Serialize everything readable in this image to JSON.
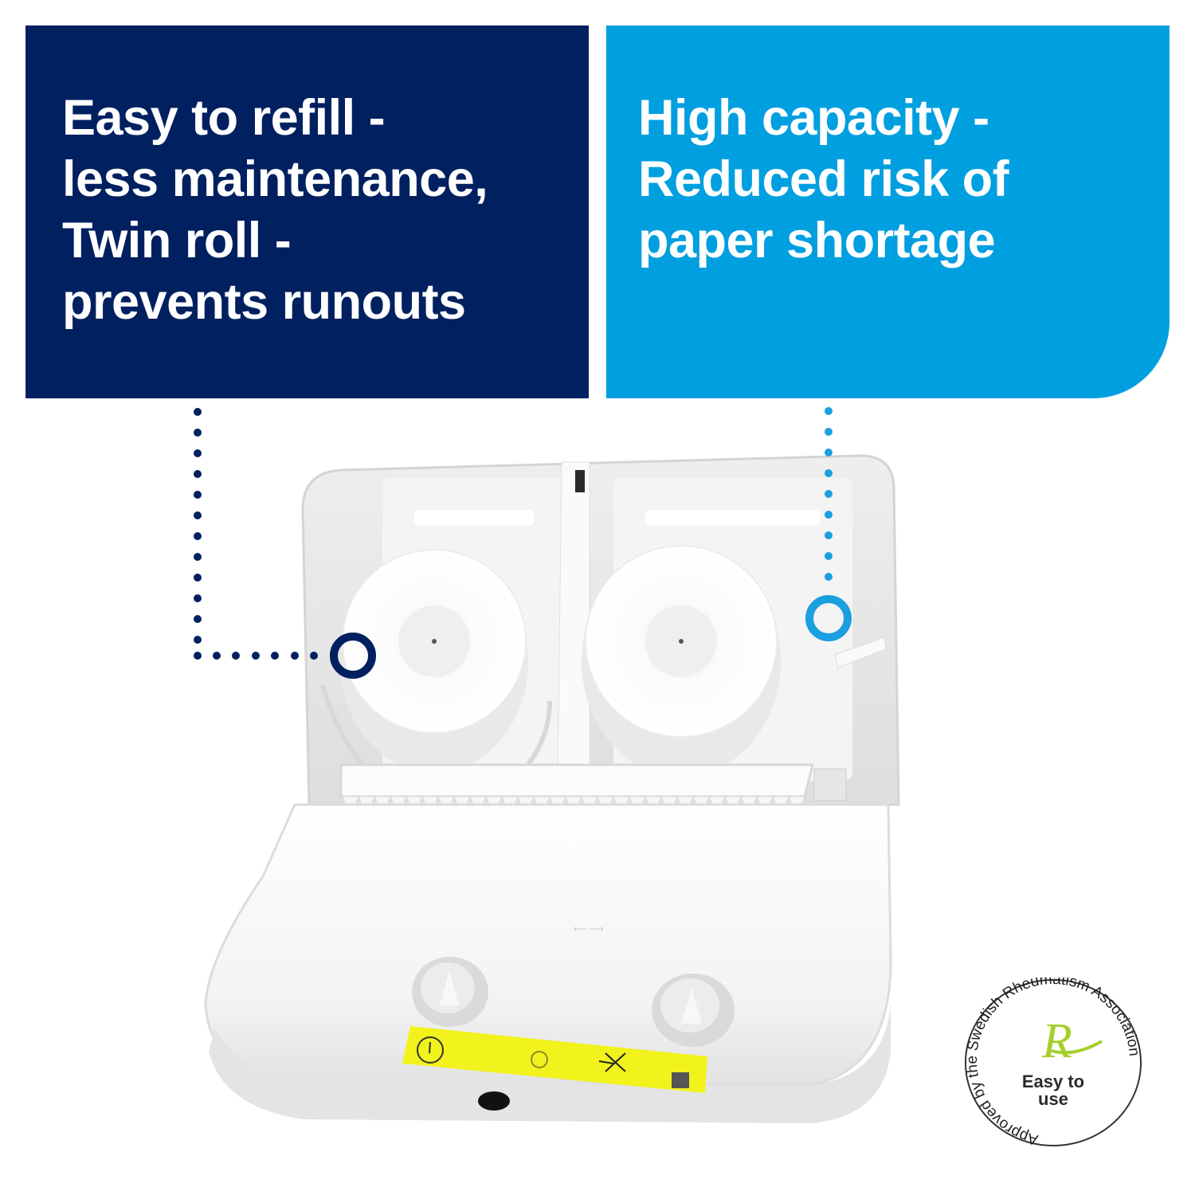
{
  "panels": {
    "left": {
      "lines": [
        "Easy to refill -",
        "less maintenance,",
        "Twin roll -",
        "prevents runouts"
      ],
      "background": "#012060",
      "text_color": "#ffffff"
    },
    "right": {
      "lines": [
        "High capacity -",
        "Reduced risk of",
        "paper shortage"
      ],
      "background": "#009fe0",
      "text_color": "#ffffff"
    }
  },
  "callouts": {
    "left": {
      "icon": "ring-marker-icon",
      "color": "#012060",
      "target": "twin-roll-left"
    },
    "right": {
      "icon": "ring-marker-icon",
      "color": "#1a9fe0",
      "target": "roll-capacity-right"
    }
  },
  "product": {
    "name": "twin-roll-toilet-paper-dispenser",
    "rolls": 2,
    "label_color": "#f2f21c"
  },
  "badge": {
    "ring_text": "Approved by the Swedish Rheumatism Association",
    "center_lines": [
      "Easy to",
      "use"
    ],
    "logo_letter": "R",
    "logo_color": "#a6cf2c"
  }
}
